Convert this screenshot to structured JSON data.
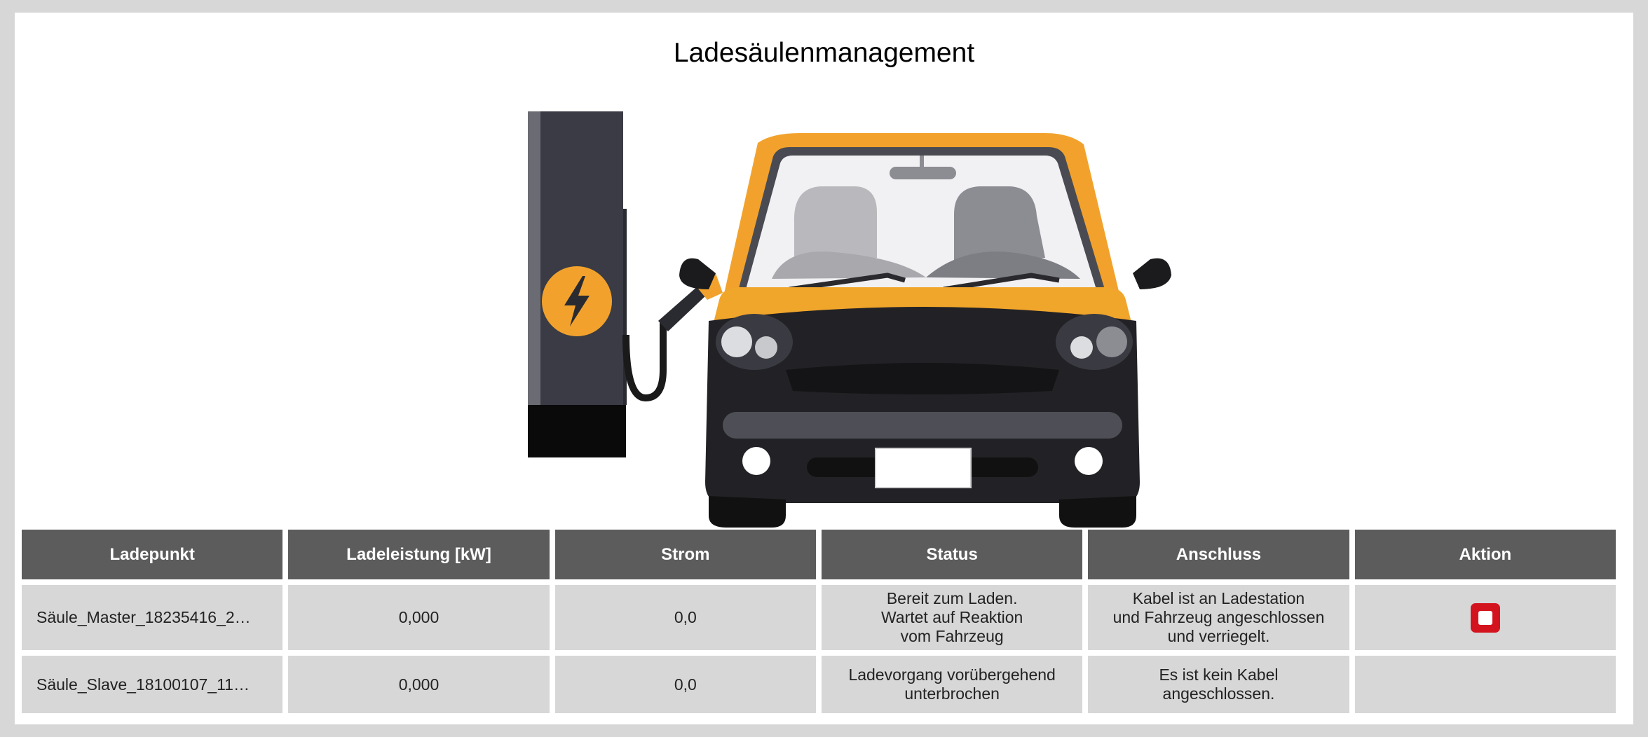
{
  "page": {
    "title": "Ladesäulenmanagement"
  },
  "table": {
    "headers": [
      "Ladepunkt",
      "Ladeleistung [kW]",
      "Strom",
      "Status",
      "Anschluss",
      "Aktion"
    ],
    "rows": [
      {
        "ladepunkt": "Säule_Master_18235416_2…",
        "ladeleistung": "0,000",
        "strom": "0,0",
        "status": [
          "Bereit zum Laden.",
          "Wartet auf Reaktion",
          "vom Fahrzeug"
        ],
        "anschluss": [
          "Kabel ist an Ladestation",
          "und Fahrzeug angeschlossen",
          "und verriegelt."
        ],
        "aktion": "stop-icon"
      },
      {
        "ladepunkt": "Säule_Slave_18100107_11…",
        "ladeleistung": "0,000",
        "strom": "0,0",
        "status": [
          "Ladevorgang vorübergehend",
          "unterbrochen"
        ],
        "anschluss": [
          "Es ist kein Kabel",
          "angeschlossen."
        ],
        "aktion": ""
      }
    ]
  },
  "colors": {
    "header_bg": "#5c5c5c",
    "cell_bg": "#d7d7d7",
    "accent_orange": "#f2a22c",
    "stop_red": "#d3141f",
    "charger_gray": "#3a3b44"
  },
  "illustration": {
    "icon": "ev-charging-car-illustration"
  }
}
